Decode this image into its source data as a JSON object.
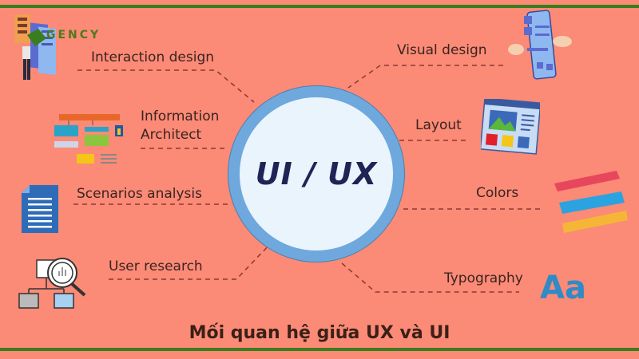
{
  "brand": {
    "logo_text": "GENCY"
  },
  "center": {
    "label": "UI / UX"
  },
  "left_items": [
    {
      "label": "Interaction design",
      "icon": "designer-with-screens-icon"
    },
    {
      "label_line1": "Information",
      "label_line2": "Architect",
      "icon": "sitemap-icon"
    },
    {
      "label": "Scenarios analysis",
      "icon": "document-icon"
    },
    {
      "label": "User research",
      "icon": "magnifier-diagram-icon"
    }
  ],
  "right_items": [
    {
      "label": "Visual design",
      "icon": "mobile-hands-icon"
    },
    {
      "label": "Layout",
      "icon": "browser-layout-icon"
    },
    {
      "label": "Colors",
      "icon": "paint-strokes-icon"
    },
    {
      "label": "Typography",
      "icon": "typography-icon",
      "glyph": "Aa"
    }
  ],
  "footer": {
    "title": "Mối quan hệ giữa UX và UI"
  },
  "colors": {
    "background": "#fb8a76",
    "stripe": "#3a7d1e",
    "ring": "#6fa8dc",
    "circle_fill": "#eaf4fd",
    "center_text": "#1e2454",
    "stroke_red": "#e8465c",
    "stroke_blue": "#2ba3e0",
    "stroke_yellow": "#f5b638",
    "typography_blue": "#2f8ac8"
  }
}
